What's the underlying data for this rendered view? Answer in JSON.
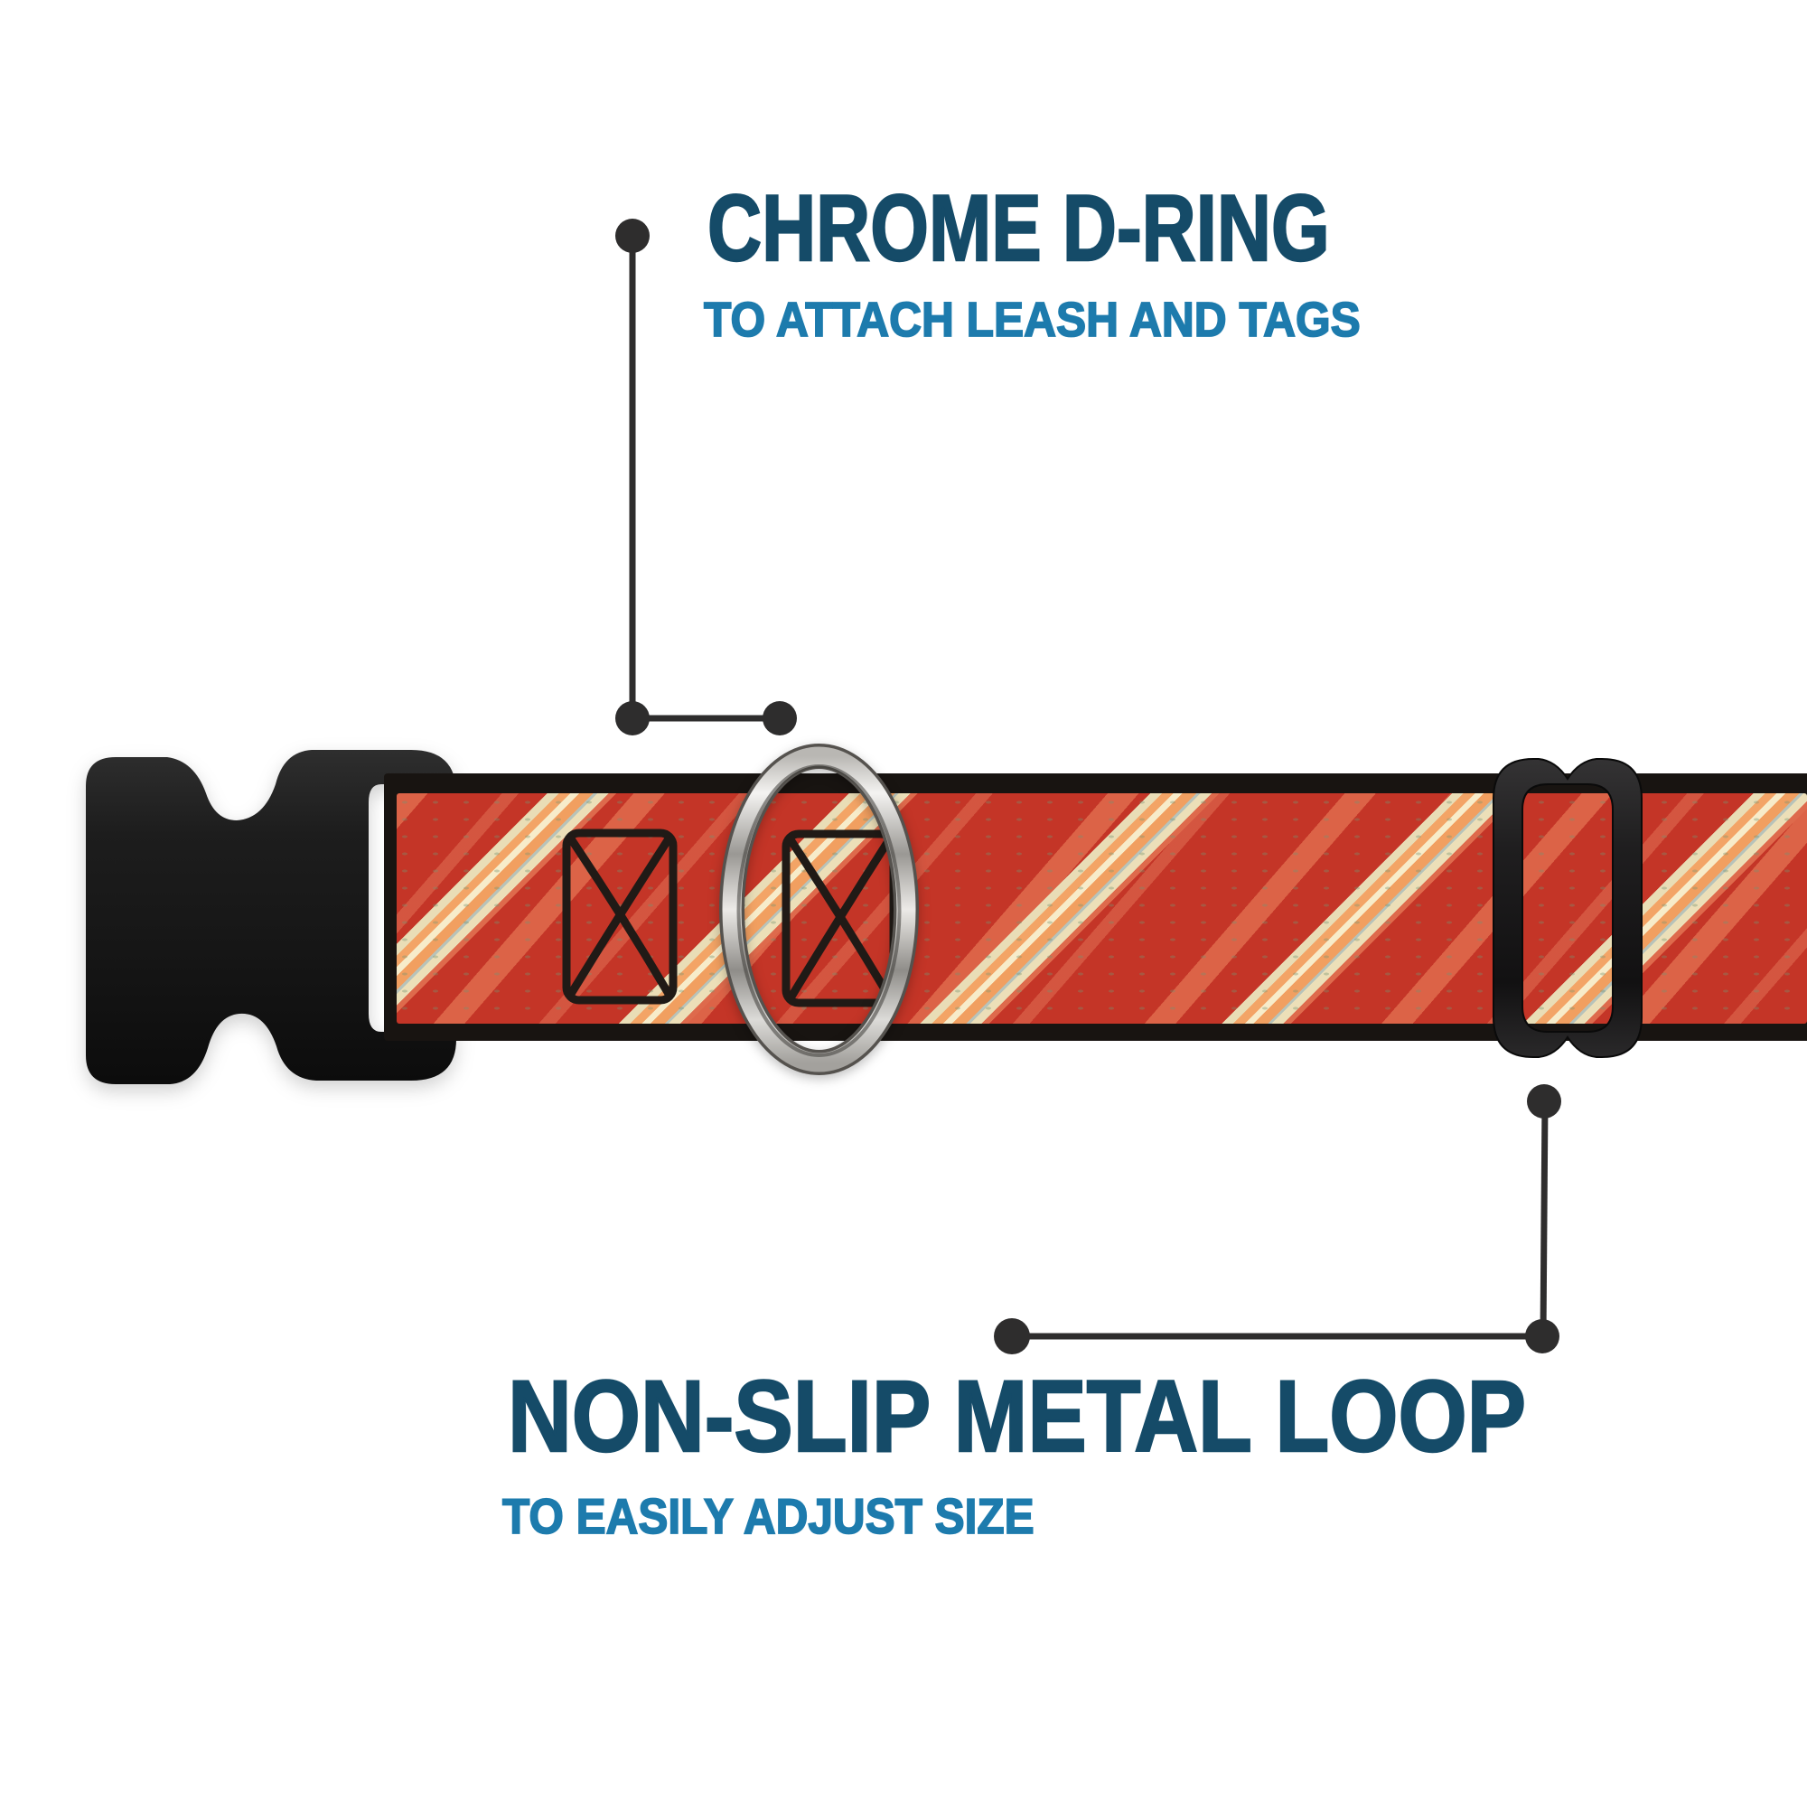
{
  "page": {
    "type": "product-feature-infographic",
    "product": "bacon-pattern dog collar",
    "background": "#ffffff"
  },
  "annotations": {
    "d_ring": {
      "title": "CHROME D-RING",
      "subtitle": "TO ATTACH LEASH AND TAGS"
    },
    "metal_loop": {
      "title": "NON-SLIP METAL LOOP",
      "subtitle": "TO EASILY ADJUST SIZE"
    }
  },
  "components": {
    "buckle": "black plastic side-release buckle",
    "strap": "bacon print webbing strap",
    "stitching": "box-X stitch reinforcement",
    "d_ring": "chrome D-ring",
    "slider": "black metal adjustment loop"
  },
  "colors": {
    "title_navy": "#154b68",
    "subtitle_blue": "#1d7bad",
    "callout_dark": "#2e2d2d",
    "collar_red": "#c43527",
    "collar_salmon": "#de6a4c",
    "bacon_cream": "#eee3c0",
    "bacon_orange": "#f2a366",
    "webbing_black": "#181411",
    "hardware_black": "#1f1e1f",
    "chrome_light": "#f4f3f1",
    "chrome_dark": "#8f8d89"
  }
}
